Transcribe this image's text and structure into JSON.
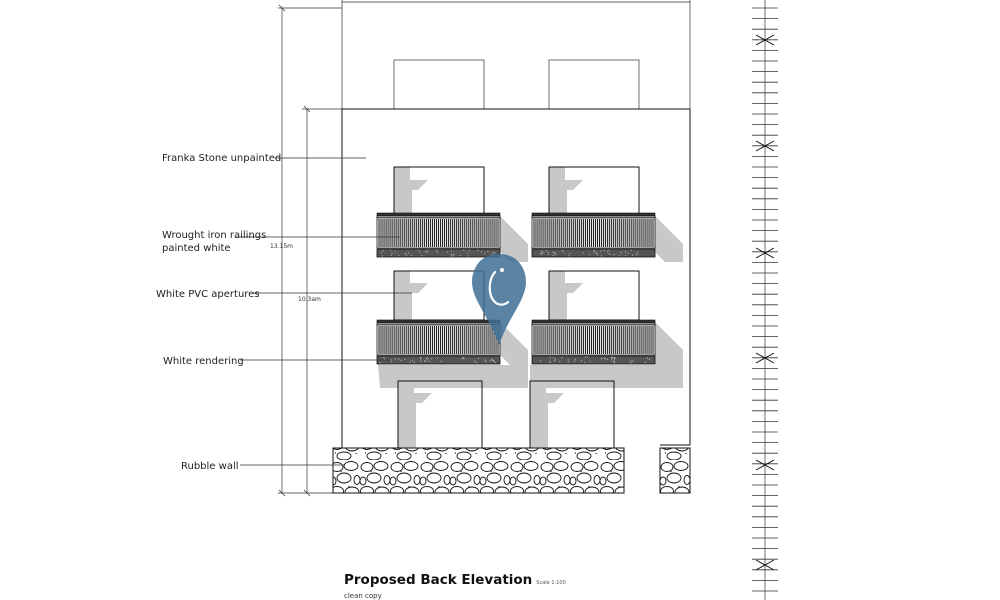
{
  "labels": {
    "franka": "Franka Stone unpainted",
    "railings_line1": "Wrought iron railings",
    "railings_line2": "painted white",
    "pvc": "White PVC apertures",
    "rendering": "White rendering",
    "rubble": "Rubble wall"
  },
  "dimensions": {
    "outer": "13.15m",
    "inner": "10.3am"
  },
  "title": {
    "main": "Proposed Back Elevation",
    "scale": "Scale 1:100",
    "subtitle": "clean copy"
  },
  "colors": {
    "line": "#111111",
    "shadow": "#c8c8c8",
    "watermark": "#3f6f95"
  },
  "icons": {
    "watermark": "location-pin-icon"
  }
}
